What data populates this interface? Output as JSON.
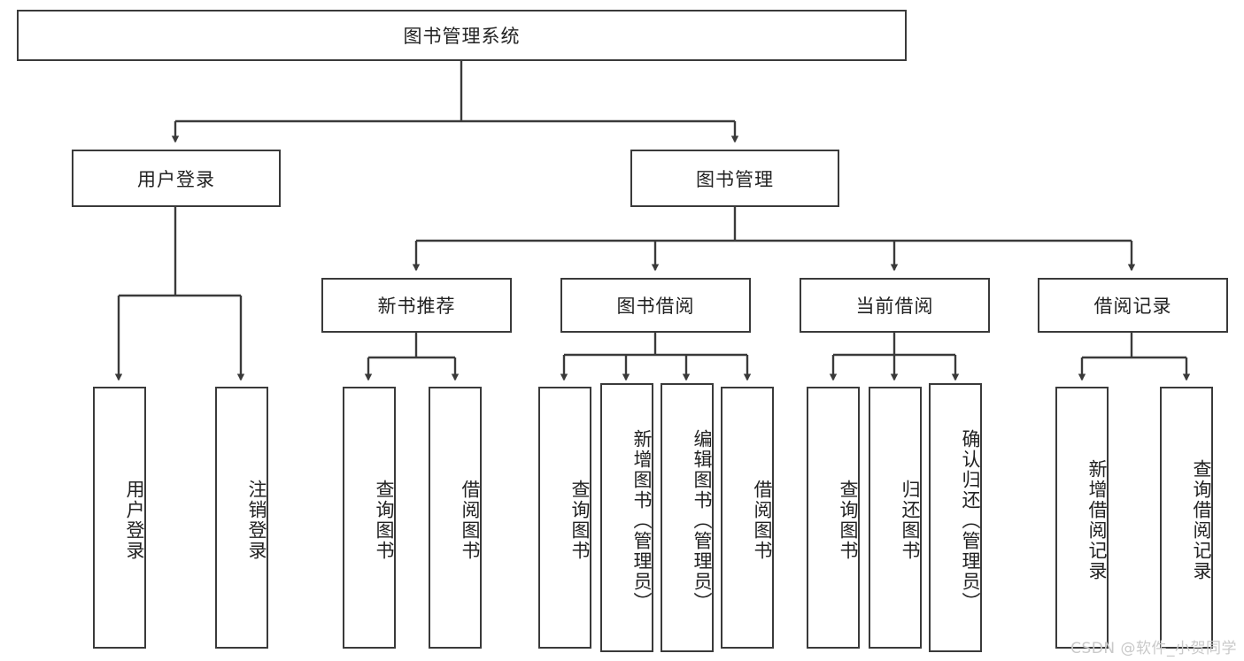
{
  "diagram": {
    "title_node": {
      "label": "图书管理系统"
    },
    "level2": [
      {
        "id": "user-login",
        "label": "用户登录"
      },
      {
        "id": "book-management",
        "label": "图书管理"
      }
    ],
    "level3": [
      {
        "id": "new-book-recommend",
        "label": "新书推荐"
      },
      {
        "id": "book-borrow",
        "label": "图书借阅"
      },
      {
        "id": "current-borrow",
        "label": "当前借阅"
      },
      {
        "id": "borrow-record",
        "label": "借阅记录"
      }
    ],
    "leaves": [
      {
        "id": "leaf-user-login",
        "label": "用户登录",
        "parent": "用户登录"
      },
      {
        "id": "leaf-logout-login",
        "label": "注销登录",
        "parent": "用户登录"
      },
      {
        "id": "leaf-query-book-1",
        "label": "查询图书",
        "parent": "新书推荐"
      },
      {
        "id": "leaf-borrow-book-1",
        "label": "借阅图书",
        "parent": "新书推荐"
      },
      {
        "id": "leaf-query-book-2",
        "label": "查询图书",
        "parent": "图书借阅"
      },
      {
        "id": "leaf-add-book-admin",
        "label": "新增图书（管理员）",
        "parent": "图书借阅"
      },
      {
        "id": "leaf-edit-book-admin",
        "label": "编辑图书（管理员）",
        "parent": "图书借阅"
      },
      {
        "id": "leaf-borrow-book-2",
        "label": "借阅图书",
        "parent": "图书借阅"
      },
      {
        "id": "leaf-query-book-3",
        "label": "查询图书",
        "parent": "当前借阅"
      },
      {
        "id": "leaf-return-book",
        "label": "归还图书",
        "parent": "当前借阅"
      },
      {
        "id": "leaf-confirm-return-admin",
        "label": "确认归还（管理员）",
        "parent": "当前借阅"
      },
      {
        "id": "leaf-add-borrow-record",
        "label": "新增借阅记录",
        "parent": "借阅记录"
      },
      {
        "id": "leaf-query-borrow-record",
        "label": "查询借阅记录",
        "parent": "借阅记录"
      }
    ]
  },
  "watermark": {
    "text": "CSDN @软件_小贺同学"
  },
  "colors": {
    "border": "#3a3a3a",
    "text": "#222222",
    "background": "#ffffff",
    "watermark": "#c9c9c9"
  }
}
